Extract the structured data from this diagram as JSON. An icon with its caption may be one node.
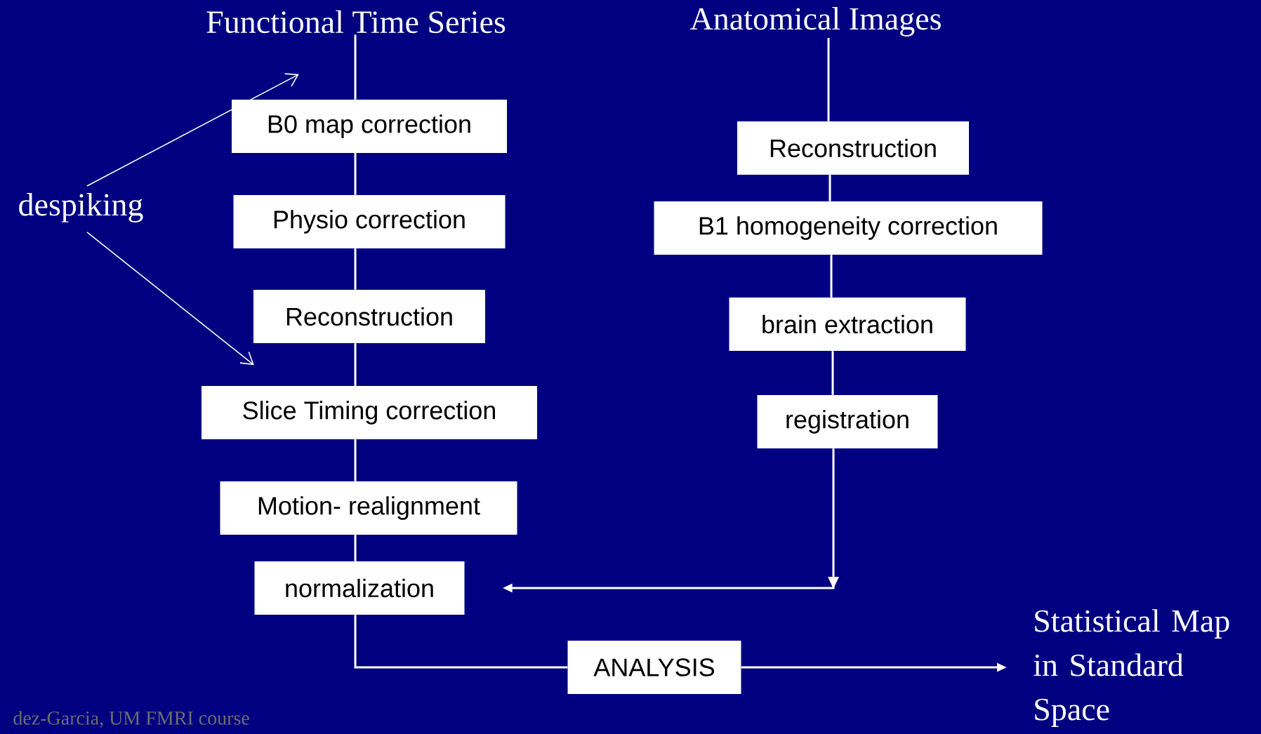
{
  "diagram": {
    "nodes": [
      {
        "text": [
          "Functional Time Series"
        ]
      },
      {
        "text": [
          "B0 map correction"
        ]
      },
      {
        "text": [
          "Physio correction"
        ]
      },
      {
        "text": [
          "Reconstruction"
        ]
      },
      {
        "text": [
          "Slice Timing correction"
        ]
      },
      {
        "text": [
          "Motion- realignment"
        ]
      },
      {
        "text": [
          "normalization"
        ]
      },
      {
        "text": [
          "Anatomical Images"
        ]
      },
      {
        "text": [
          "Reconstruction"
        ]
      },
      {
        "text": [
          "B1 homogeneity correction"
        ]
      },
      {
        "text": [
          "brain extraction"
        ]
      },
      {
        "text": [
          "registration"
        ]
      },
      {
        "text": [
          "ANALYSIS"
        ]
      },
      {
        "text": [
          "Statistical Map in Standard Space"
        ]
      },
      {
        "text": [
          "despiking"
        ]
      }
    ],
    "edges": [
      {
        "from": 0,
        "to": 1,
        "arrow": "none"
      },
      {
        "from": 1,
        "to": 2,
        "arrow": "none"
      },
      {
        "from": 2,
        "to": 3,
        "arrow": "none"
      },
      {
        "from": 3,
        "to": 4,
        "arrow": "none"
      },
      {
        "from": 4,
        "to": 5,
        "arrow": "none"
      },
      {
        "from": 5,
        "to": 6,
        "arrow": "none"
      },
      {
        "from": 6,
        "to": 12,
        "arrow": "none"
      },
      {
        "from": 12,
        "to": 13,
        "arrow": "to"
      },
      {
        "from": 7,
        "to": 8,
        "arrow": "none"
      },
      {
        "from": 8,
        "to": 9,
        "arrow": "none"
      },
      {
        "from": 9,
        "to": 10,
        "arrow": "none"
      },
      {
        "from": 10,
        "to": 11,
        "arrow": "none"
      },
      {
        "from": 11,
        "to": 6,
        "arrow": "to"
      },
      {
        "from": 14,
        "to": 1,
        "arrow": "to"
      },
      {
        "from": 14,
        "to": 3,
        "arrow": "to"
      }
    ],
    "labels": [
      "dez-Garcia, UM FMRI course"
    ]
  }
}
